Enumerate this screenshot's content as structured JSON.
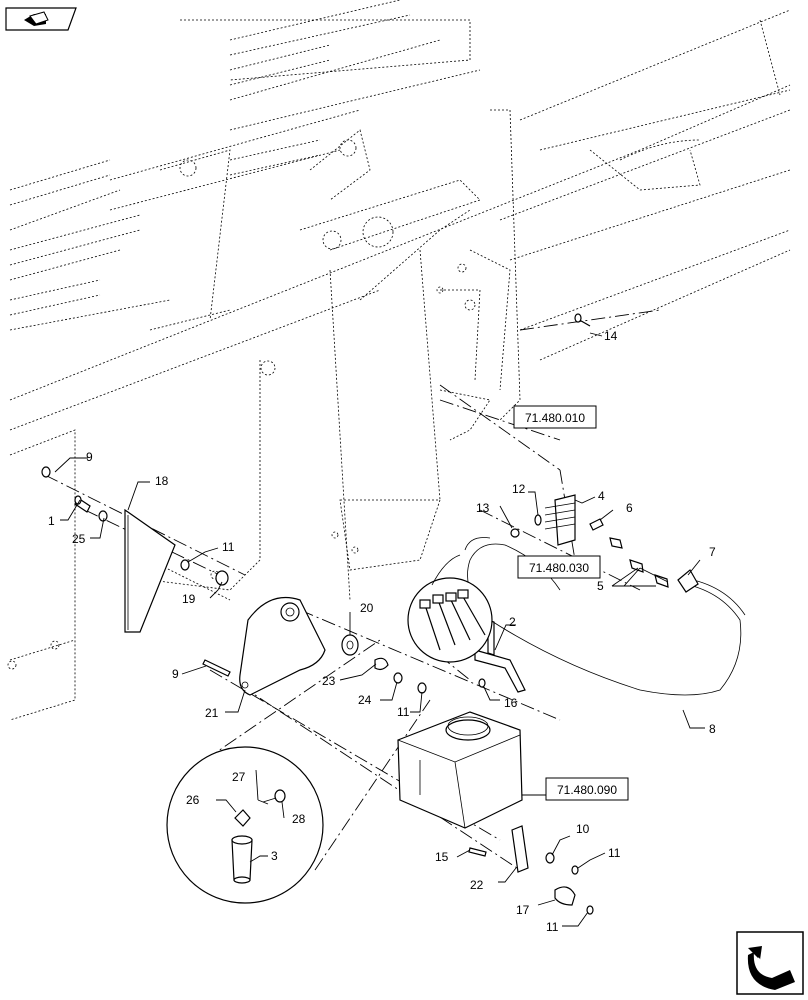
{
  "callouts": [
    {
      "label": "1"
    },
    {
      "label": "2"
    },
    {
      "label": "3"
    },
    {
      "label": "4"
    },
    {
      "label": "5"
    },
    {
      "label": "6"
    },
    {
      "label": "7"
    },
    {
      "label": "8"
    },
    {
      "label": "9"
    },
    {
      "label": "9"
    },
    {
      "label": "10"
    },
    {
      "label": "11"
    },
    {
      "label": "11"
    },
    {
      "label": "11"
    },
    {
      "label": "11"
    },
    {
      "label": "12"
    },
    {
      "label": "13"
    },
    {
      "label": "14"
    },
    {
      "label": "15"
    },
    {
      "label": "16"
    },
    {
      "label": "17"
    },
    {
      "label": "18"
    },
    {
      "label": "19"
    },
    {
      "label": "20"
    },
    {
      "label": "21"
    },
    {
      "label": "22"
    },
    {
      "label": "23"
    },
    {
      "label": "24"
    },
    {
      "label": "25"
    },
    {
      "label": "26"
    },
    {
      "label": "27"
    },
    {
      "label": "28"
    }
  ],
  "references": [
    {
      "label": "71.480.010"
    },
    {
      "label": "71.480.030"
    },
    {
      "label": "71.480.090"
    }
  ],
  "icons": {
    "top_left": "catalog-book-icon",
    "bottom_right": "return-arrow-icon"
  }
}
